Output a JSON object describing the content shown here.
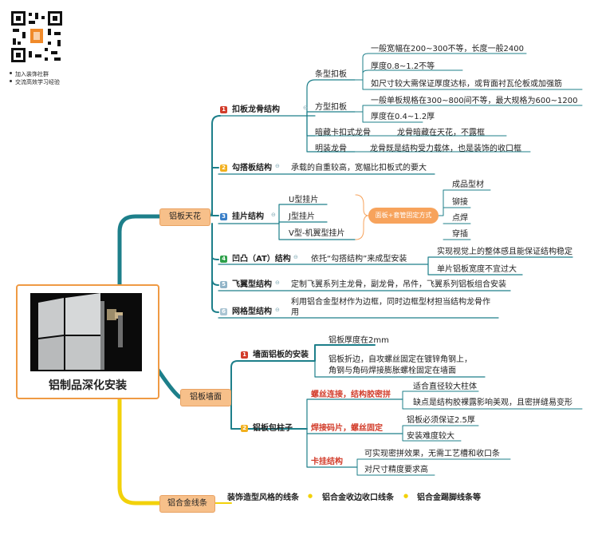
{
  "colors": {
    "main_branch": "#1d7f8a",
    "second_branch": "#f2d10a",
    "accent_red": "#d23c2a",
    "node_fill": "#f7c08a",
    "pill": "#f7a35c"
  },
  "qr": {
    "caption_1": "加入装饰社群",
    "caption_2": "交流高效学习经验"
  },
  "central": {
    "title": "铝制品深化安装"
  },
  "b1": {
    "label": "铝板天花",
    "s1": {
      "num": "1",
      "label": "扣板龙骨结构",
      "tiao": {
        "label": "条型扣板",
        "c1": "一般宽幅在200~300不等，长度一般2400",
        "c2": "厚度0.8~1.2不等",
        "c3": "如尺寸较大需保证厚度达标，或背面衬瓦伦板或加强筋"
      },
      "fang": {
        "label": "方型扣板",
        "c1": "一般单板规格在300~800间不等，最大规格为600~1200",
        "c2": "厚度在0.4~1.2厚"
      },
      "an": {
        "label": "暗藏卡扣式龙骨",
        "c1": "龙骨暗藏在天花，不露框"
      },
      "ming": {
        "label": "明装龙骨",
        "c1": "龙骨既是结构受力载体，也是装饰的收口框"
      }
    },
    "s2": {
      "num": "2",
      "label": "勾搭板结构",
      "c1": "承载的自重较高，宽幅比扣板式的要大"
    },
    "s3": {
      "num": "3",
      "label": "挂片结构",
      "c1": "U型挂片",
      "c2": "J型挂片",
      "c3": "V型-机翼型挂片",
      "pill": "面板+套管固定方式",
      "r1": "成品型材",
      "r2": "铆接",
      "r3": "点焊",
      "r4": "穿插"
    },
    "s4": {
      "num": "4",
      "label": "凹凸（AT）结构",
      "c1": "依托“勾搭结构”来成型安装",
      "r1": "实现视觉上的整体感且能保证结构稳定",
      "r2": "单片铝板宽度不宜过大"
    },
    "s5": {
      "num": "5",
      "label": "飞翼型结构",
      "c1": "定制飞翼系列主龙骨，副龙骨，吊件，飞翼系列铝板组合安装"
    },
    "s6": {
      "num": "6",
      "label": "网格型结构",
      "c1": "利用铝合金型材作为边框，同时边框型材担当结构龙骨作",
      "c1b": "用"
    }
  },
  "b2": {
    "label": "铝板墙面",
    "s1": {
      "num": "1",
      "label": "墙面铝板的安装",
      "c1": "铝板厚度在2mm",
      "c2a": "铝板折边，自攻螺丝固定在镀锌角钢上，",
      "c2b": "角钢与角码焊接膨胀螺栓固定在墙面"
    },
    "s2": {
      "num": "2",
      "label": "铝板包柱子",
      "m1": {
        "label": "螺丝连接，结构胶密拼",
        "c1": "适合直径较大柱体",
        "c2": "缺点是结构胶裸露影响美观，且密拼缝易变形"
      },
      "m2": {
        "label": "焊接码片，螺丝固定",
        "c1": "铝板必须保证2.5厚",
        "c2": "安装难度较大"
      },
      "m3": {
        "label": "卡挂结构",
        "c1": "可实现密拼效果，无需工艺槽和收口条",
        "c2": "对尺寸精度要求高"
      }
    }
  },
  "b3": {
    "label": "铝合金线条",
    "c1": "装饰造型风格的线条",
    "c2": "铝合金收边收口线条",
    "c3": "铝合金踢脚线条等"
  }
}
